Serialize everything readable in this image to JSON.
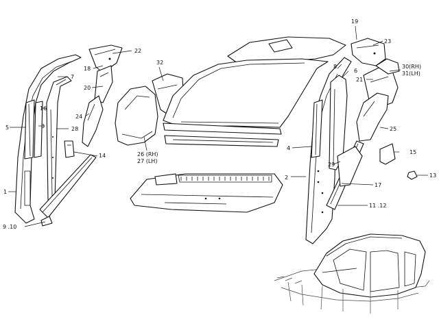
{
  "diagram": {
    "callouts": [
      {
        "id": "c1",
        "label": "1"
      },
      {
        "id": "c2",
        "label": "2"
      },
      {
        "id": "c3",
        "label": "3"
      },
      {
        "id": "c4",
        "label": "4"
      },
      {
        "id": "c5",
        "label": "5"
      },
      {
        "id": "c6",
        "label": "6"
      },
      {
        "id": "c7",
        "label": "7"
      },
      {
        "id": "c8",
        "label": "8"
      },
      {
        "id": "c9_10",
        "label": "9 .10"
      },
      {
        "id": "c11_12",
        "label": "11 .12"
      },
      {
        "id": "c13",
        "label": "13"
      },
      {
        "id": "c14",
        "label": "14"
      },
      {
        "id": "c15",
        "label": "15"
      },
      {
        "id": "c16",
        "label": "16"
      },
      {
        "id": "c17",
        "label": "17"
      },
      {
        "id": "c18",
        "label": "18"
      },
      {
        "id": "c19",
        "label": "19"
      },
      {
        "id": "c20",
        "label": "20"
      },
      {
        "id": "c21",
        "label": "21"
      },
      {
        "id": "c22",
        "label": "22"
      },
      {
        "id": "c23",
        "label": "23"
      },
      {
        "id": "c24",
        "label": "24"
      },
      {
        "id": "c25",
        "label": "25"
      },
      {
        "id": "c26",
        "label": "26 (RH)"
      },
      {
        "id": "c27",
        "label": "27 (LH)"
      },
      {
        "id": "c28",
        "label": "28"
      },
      {
        "id": "c29",
        "label": "29"
      },
      {
        "id": "c30",
        "label": "30(RH)"
      },
      {
        "id": "c31",
        "label": "31(LH)"
      },
      {
        "id": "c32",
        "label": "32"
      }
    ]
  }
}
